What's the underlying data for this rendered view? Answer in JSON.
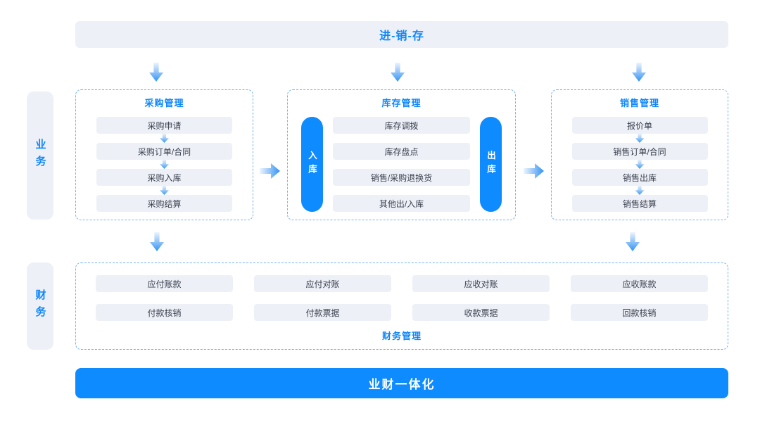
{
  "header": {
    "title": "进-销-存"
  },
  "sidebar": {
    "business_label": "业务",
    "finance_label": "财务"
  },
  "modules": {
    "purchase": {
      "title": "采购管理",
      "items": [
        "采购申请",
        "采购订单/合同",
        "采购入库",
        "采购结算"
      ]
    },
    "inventory": {
      "title": "库存管理",
      "inbound_label": "入库",
      "outbound_label": "出库",
      "items": [
        "库存调拨",
        "库存盘点",
        "销售/采购退换货",
        "其他出/入库"
      ]
    },
    "sales": {
      "title": "销售管理",
      "items": [
        "报价单",
        "销售订单/合同",
        "销售出库",
        "销售结算"
      ]
    }
  },
  "finance": {
    "title": "财务管理",
    "row1": [
      "应付账款",
      "应付对账",
      "应收对账",
      "应收账款"
    ],
    "row2": [
      "付款核销",
      "付款票据",
      "收款票据",
      "回款核销"
    ]
  },
  "footer": {
    "title": "业财一体化"
  },
  "colors": {
    "accent_blue": "#0d8bff",
    "title_blue": "#1087fb",
    "panel_gray": "#eef0f7",
    "dashed_border_blue": "#70b3f7",
    "item_text": "#39404d"
  }
}
